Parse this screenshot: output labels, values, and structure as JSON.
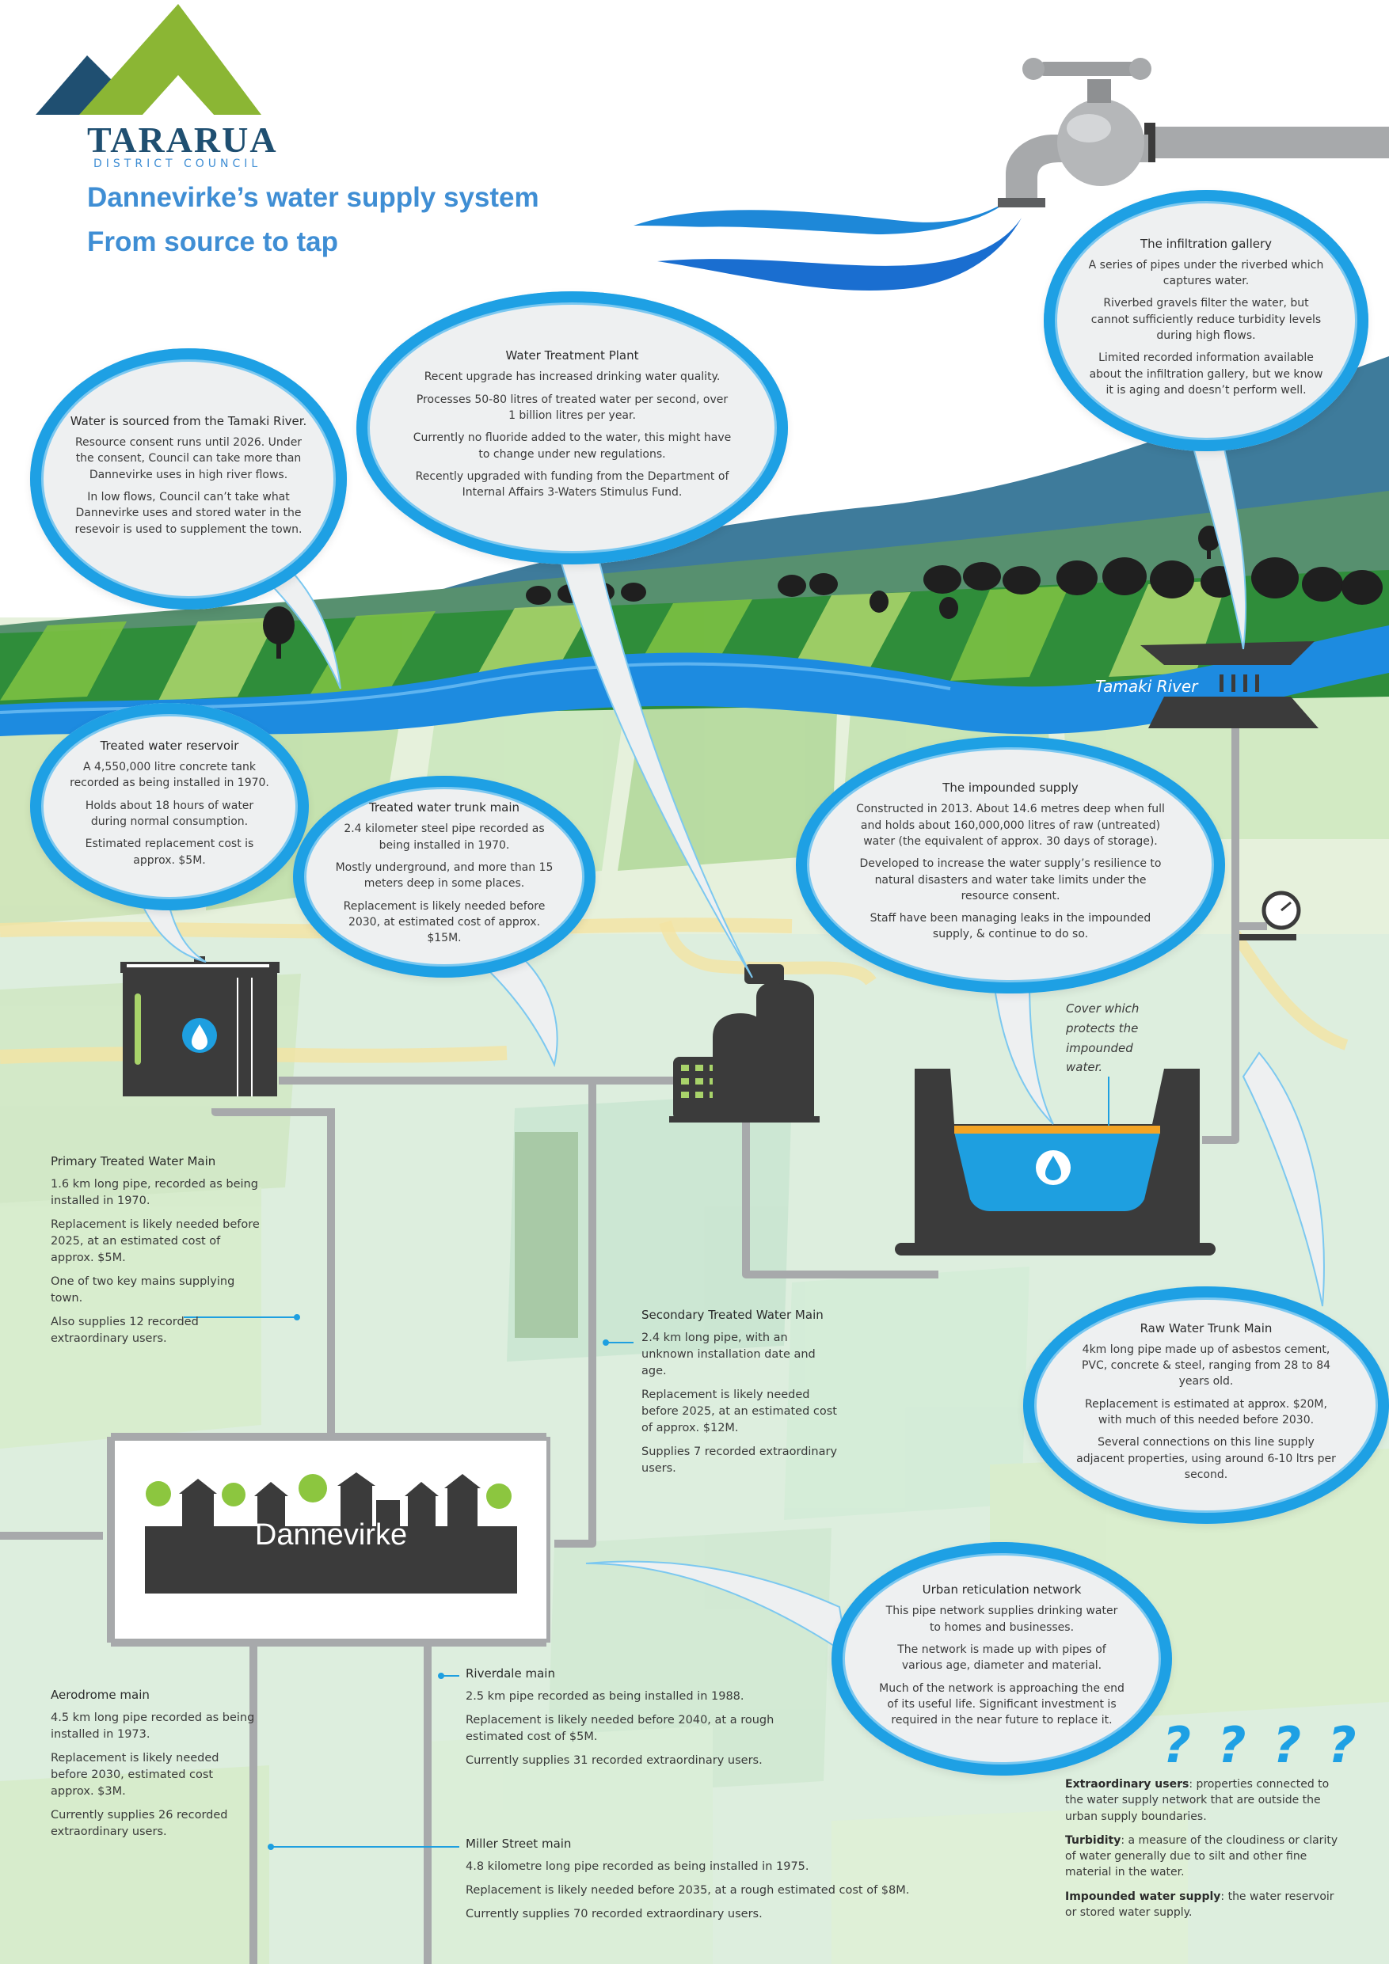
{
  "branding": {
    "org_name": "TARARUA",
    "org_sub": "DISTRICT COUNCIL",
    "title_line1": "Dannevirke’s water supply system",
    "title_line2": "From source to tap"
  },
  "colors": {
    "title_blue": "#3f8ed4",
    "bubble_ring": "#1ea0e4",
    "river": "#1d8be0",
    "pipe": "#a7a9ab",
    "structure_dark": "#3b3b3b",
    "field_green": "#7cc043"
  },
  "labels": {
    "river": "Tamaki River",
    "cover_note": "Cover which protects the impounded water.",
    "town": "Dannevirke"
  },
  "bubbles": {
    "source": {
      "title": "Water is sourced from the Tamaki River.",
      "p1": "Resource consent runs until 2026. Under the consent, Council can take more than Dannevirke uses in high river flows.",
      "p2": "In low flows, Council can’t take what Dannevirke uses and stored water in the resevoir is used to supplement the town."
    },
    "treatment": {
      "title": "Water Treatment Plant",
      "p1": "Recent upgrade has increased drinking water quality.",
      "p2": "Processes 50-80 litres of treated water per second, over 1 billion litres per year.",
      "p3": "Currently no fluoride added to the water, this might have to change under new regulations.",
      "p4": "Recently upgraded with funding from the Department of Internal Affairs 3-Waters Stimulus Fund."
    },
    "gallery": {
      "title": "The infiltration gallery",
      "p1": "A series of pipes under the riverbed which captures water.",
      "p2": "Riverbed gravels filter the water, but cannot sufficiently reduce turbidity levels during high flows.",
      "p3": "Limited recorded information available about the infiltration gallery, but we know it is aging and doesn’t perform well."
    },
    "reservoir": {
      "title": "Treated water reservoir",
      "p1": "A 4,550,000 litre concrete tank recorded as being installed in 1970.",
      "p2": "Holds about 18 hours of water during normal consumption.",
      "p3": "Estimated replacement cost is approx. $5M."
    },
    "trunk": {
      "title": "Treated water trunk main",
      "p1": "2.4 kilometer steel pipe recorded as being installed in 1970.",
      "p2": "Mostly underground, and more than 15 meters deep in some places.",
      "p3": "Replacement is likely needed before 2030, at estimated cost of approx. $15M."
    },
    "impounded": {
      "title": "The impounded supply",
      "p1": "Constructed in 2013. About 14.6 metres deep when full and holds about 160,000,000 litres of raw (untreated) water (the equivalent of approx. 30 days of storage).",
      "p2": "Developed to increase the water supply’s resilience to natural disasters and water take limits under the resource consent.",
      "p3": "Staff have been managing leaks in the impounded supply, & continue to do so."
    },
    "raw": {
      "title": "Raw Water Trunk Main",
      "p1": "4km long pipe made up of asbestos cement, PVC, concrete & steel, ranging from 28 to 84 years old.",
      "p2": "Replacement is estimated at approx. $20M, with much of this needed before 2030.",
      "p3": "Several connections on this line supply adjacent properties, using around 6-10 ltrs per second."
    },
    "urban": {
      "title": "Urban reticulation network",
      "p1": "This pipe network supplies drinking water to homes and businesses.",
      "p2": "The network is made up with pipes of various age, diameter and material.",
      "p3": "Much of the network is approaching the end of its useful life. Significant investment is required in the near future to replace it."
    }
  },
  "mains": {
    "primary": {
      "title": "Primary Treated Water Main",
      "p1": "1.6 km long pipe, recorded as being installed in 1970.",
      "p2": "Replacement is likely needed before 2025, at an estimated cost of approx. $5M.",
      "p3": "One of two key mains supplying town.",
      "p4": "Also supplies 12 recorded extraordinary users."
    },
    "secondary": {
      "title": "Secondary Treated Water Main",
      "p1": "2.4 km long pipe, with an unknown installation date and age.",
      "p2": "Replacement is likely needed before 2025, at an estimated cost of approx. $12M.",
      "p3": "Supplies 7 recorded extraordinary users."
    },
    "aerodrome": {
      "title": "Aerodrome main",
      "p1": "4.5 km long pipe recorded as being installed in 1973.",
      "p2": "Replacement is likely needed before 2030, estimated cost approx. $3M.",
      "p3": "Currently supplies 26 recorded extraordinary users."
    },
    "riverdale": {
      "title": "Riverdale main",
      "p1": "2.5 km pipe recorded as being installed in 1988.",
      "p2": "Replacement is likely needed before 2040, at a rough estimated cost of $5M.",
      "p3": "Currently supplies 31 recorded extraordinary users."
    },
    "miller": {
      "title": "Miller Street main",
      "p1": "4.8 kilometre long pipe recorded as being installed in 1975.",
      "p2": "Replacement is likely needed before 2035, at a rough estimated cost of $8M.",
      "p3": "Currently supplies 70 recorded extraordinary users."
    }
  },
  "glossary": {
    "question_marks": "? ? ? ?",
    "t1": "Extraordinary users",
    "d1": ": properties connected to the water supply network that are outside the urban supply boundaries.",
    "t2": "Turbidity",
    "d2": ": a measure of the cloudiness or clarity of water generally due to silt and other fine material in the water.",
    "t3": "Impounded water supply",
    "d3": ": the water reservoir or stored water supply."
  }
}
